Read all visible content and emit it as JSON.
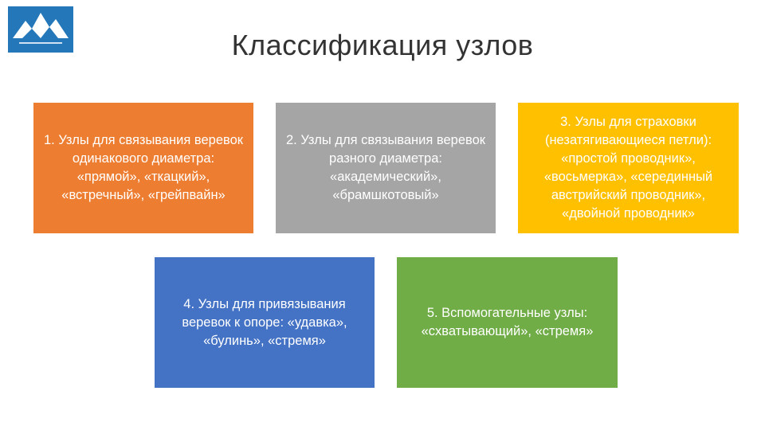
{
  "slide": {
    "title": "Классификация узлов",
    "logo_icon": "mountain-logo-icon",
    "colors": {
      "logo_bg": "#2477b8",
      "box1": "#ed7d31",
      "box2": "#a5a5a5",
      "box3": "#ffc000",
      "box4": "#4472c4",
      "box5": "#70ad47"
    },
    "boxes": [
      {
        "text": "1. Узлы для связывания веревок одинакового диаметра: «прямой», «ткацкий», «встречный», «грейпвайн»"
      },
      {
        "text": "2. Узлы для связывания веревок разного диаметра: «академический», «брамшкотовый»"
      },
      {
        "text": "3. Узлы для страховки (незатягивающиеся петли): «простой проводник», «восьмерка», «серединный австрийский проводник», «двойной проводник»"
      },
      {
        "text": "4. Узлы для привязывания веревок к опоре: «удавка», «булинь», «стремя»"
      },
      {
        "text": "5. Вспомогательные узлы: «схватывающий», «стремя»"
      }
    ]
  }
}
